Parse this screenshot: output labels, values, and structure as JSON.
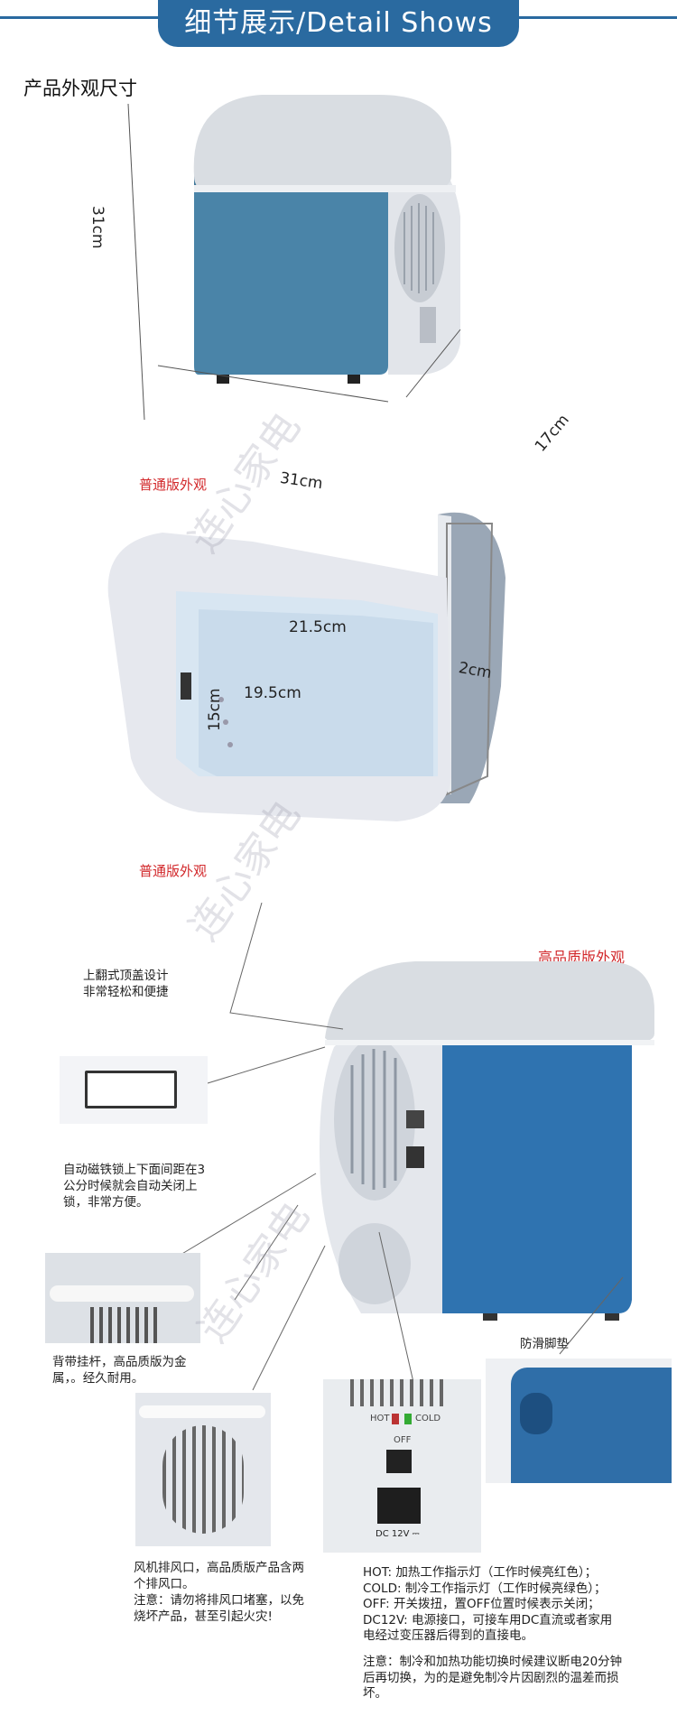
{
  "header": {
    "title": "细节展示/Detail Shows"
  },
  "section": {
    "title": "产品外观尺寸"
  },
  "dimensions": {
    "height": "31cm",
    "width": "31cm",
    "depth": "17cm",
    "inner_width": "21.5cm",
    "inner_depth": "19.5cm",
    "inner_height": "15cm",
    "lid": "2cm"
  },
  "labels": {
    "standard1": "普通版外观",
    "standard2": "普通版外观",
    "premium": "高品质版外观"
  },
  "watermark": "连心家电",
  "callouts": {
    "lid": "上翻式顶盖设计\n非常轻松和便捷",
    "lock": "自动磁铁锁上下面间距在3\n公分时候就会自动关闭上\n锁，非常方便。",
    "strap": "背带挂杆，高品质版为金\n属，。经久耐用。",
    "feet": "防滑脚垫",
    "fan": "风机排风口，高品质版产品含两\n个排风口。",
    "fan_warning": "注意：请勿将排风口堵塞，以免\n烧坏产品，甚至引起火灾!",
    "legend": "HOT:     加热工作指示灯（工作时候亮红色）；\nCOLD:  制冷工作指示灯（工作时候亮绿色）；\nOFF:      开关拨扭，置OFF位置时候表示关闭；\nDC12V: 电源接口，可接车用DC直流或者家用\n电经过变压器后得到的直接电。",
    "legend_warning": "注意：制冷和加热功能切换时候建议断电20分钟\n后再切换，为的是避免制冷片因剧烈的温差而损\n坏。"
  },
  "panel": {
    "hot": "HOT",
    "cold": "COLD",
    "off": "OFF",
    "dc": "DC 12V ⎓"
  },
  "colors": {
    "brand_blue": "#2a6aa0",
    "body_blue": "#4a84a8",
    "lid_grey": "#d9dde2",
    "warning_red": "#d2282b"
  }
}
